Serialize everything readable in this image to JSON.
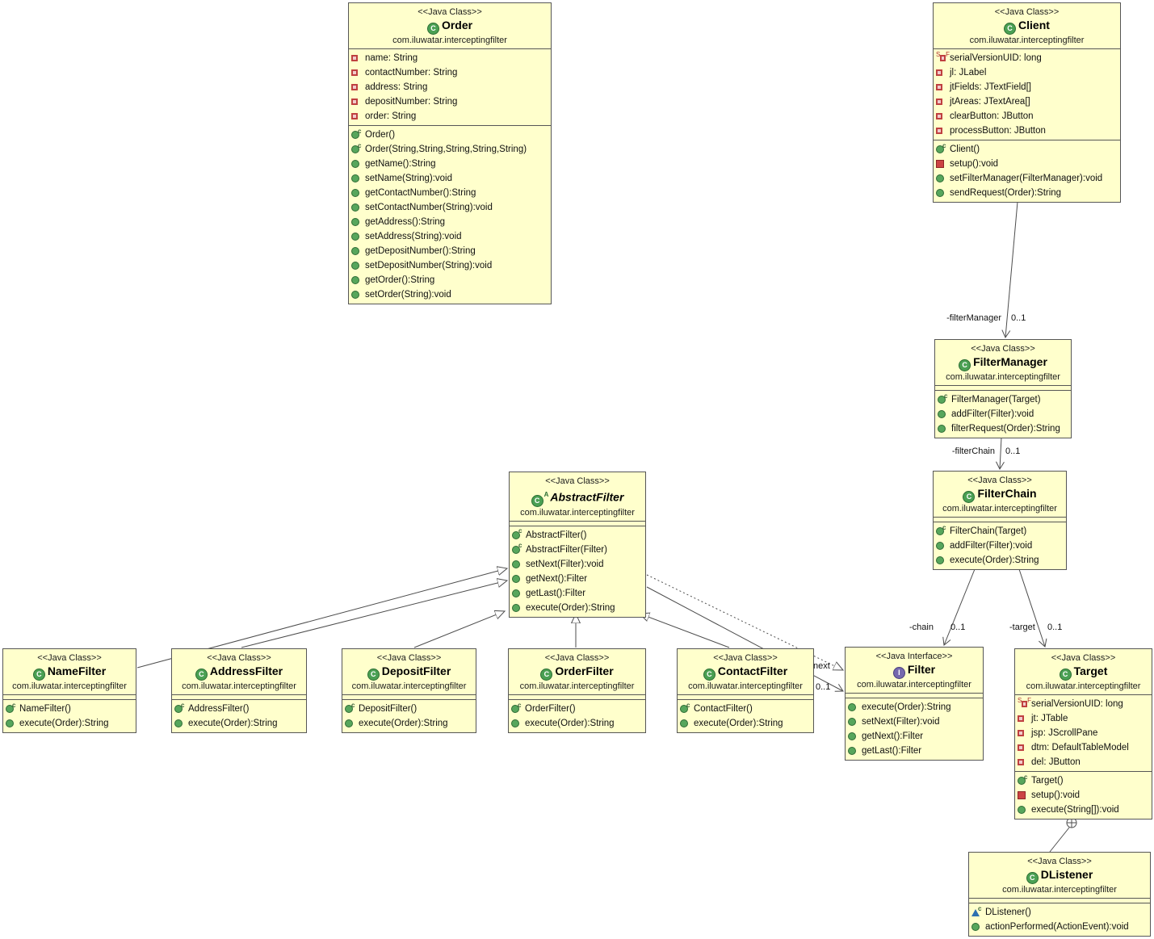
{
  "classes": [
    {
      "stereotype": "<<Java Class>>",
      "name": "Order",
      "package": "com.iluwatar.interceptingfilter",
      "icon_letter": "C",
      "icon_sup": "",
      "fields": [
        {
          "icon": "private-field",
          "text": "name: String"
        },
        {
          "icon": "private-field",
          "text": "contactNumber: String"
        },
        {
          "icon": "private-field",
          "text": "address: String"
        },
        {
          "icon": "private-field",
          "text": "depositNumber: String"
        },
        {
          "icon": "private-field",
          "text": "order: String"
        }
      ],
      "methods": [
        {
          "icon": "constructor",
          "text": "Order()"
        },
        {
          "icon": "constructor",
          "text": "Order(String,String,String,String,String)"
        },
        {
          "icon": "public-method",
          "text": "getName():String"
        },
        {
          "icon": "public-method",
          "text": "setName(String):void"
        },
        {
          "icon": "public-method",
          "text": "getContactNumber():String"
        },
        {
          "icon": "public-method",
          "text": "setContactNumber(String):void"
        },
        {
          "icon": "public-method",
          "text": "getAddress():String"
        },
        {
          "icon": "public-method",
          "text": "setAddress(String):void"
        },
        {
          "icon": "public-method",
          "text": "getDepositNumber():String"
        },
        {
          "icon": "public-method",
          "text": "setDepositNumber(String):void"
        },
        {
          "icon": "public-method",
          "text": "getOrder():String"
        },
        {
          "icon": "public-method",
          "text": "setOrder(String):void"
        }
      ]
    },
    {
      "stereotype": "<<Java Class>>",
      "name": "Client",
      "package": "com.iluwatar.interceptingfilter",
      "icon_letter": "C",
      "icon_sup": "",
      "fields": [
        {
          "icon": "static-final-private-field",
          "text": "serialVersionUID: long"
        },
        {
          "icon": "private-field",
          "text": "jl: JLabel"
        },
        {
          "icon": "private-field",
          "text": "jtFields: JTextField[]"
        },
        {
          "icon": "private-field",
          "text": "jtAreas: JTextArea[]"
        },
        {
          "icon": "private-field",
          "text": "clearButton: JButton"
        },
        {
          "icon": "private-field",
          "text": "processButton: JButton"
        }
      ],
      "methods": [
        {
          "icon": "constructor",
          "text": "Client()"
        },
        {
          "icon": "private-method",
          "text": "setup():void"
        },
        {
          "icon": "public-method",
          "text": "setFilterManager(FilterManager):void"
        },
        {
          "icon": "public-method",
          "text": "sendRequest(Order):String"
        }
      ]
    },
    {
      "stereotype": "<<Java Class>>",
      "name": "FilterManager",
      "package": "com.iluwatar.interceptingfilter",
      "icon_letter": "C",
      "icon_sup": "",
      "fields": [],
      "methods": [
        {
          "icon": "constructor",
          "text": "FilterManager(Target)"
        },
        {
          "icon": "public-method",
          "text": "addFilter(Filter):void"
        },
        {
          "icon": "public-method",
          "text": "filterRequest(Order):String"
        }
      ]
    },
    {
      "stereotype": "<<Java Class>>",
      "name": "FilterChain",
      "package": "com.iluwatar.interceptingfilter",
      "icon_letter": "C",
      "icon_sup": "",
      "fields": [],
      "methods": [
        {
          "icon": "constructor",
          "text": "FilterChain(Target)"
        },
        {
          "icon": "public-method",
          "text": "addFilter(Filter):void"
        },
        {
          "icon": "public-method",
          "text": "execute(Order):String"
        }
      ]
    },
    {
      "stereotype": "<<Java Class>>",
      "name": "AbstractFilter",
      "package": "com.iluwatar.interceptingfilter",
      "icon_letter": "C",
      "icon_sup": "A",
      "fields": [],
      "methods": [
        {
          "icon": "constructor",
          "text": "AbstractFilter()"
        },
        {
          "icon": "constructor",
          "text": "AbstractFilter(Filter)"
        },
        {
          "icon": "public-method",
          "text": "setNext(Filter):void"
        },
        {
          "icon": "public-method",
          "text": "getNext():Filter"
        },
        {
          "icon": "public-method",
          "text": "getLast():Filter"
        },
        {
          "icon": "public-method",
          "text": "execute(Order):String"
        }
      ]
    },
    {
      "stereotype": "<<Java Class>>",
      "name": "NameFilter",
      "package": "com.iluwatar.interceptingfilter",
      "icon_letter": "C",
      "icon_sup": "",
      "fields": [],
      "methods": [
        {
          "icon": "constructor",
          "text": "NameFilter()"
        },
        {
          "icon": "public-method",
          "text": "execute(Order):String"
        }
      ]
    },
    {
      "stereotype": "<<Java Class>>",
      "name": "AddressFilter",
      "package": "com.iluwatar.interceptingfilter",
      "icon_letter": "C",
      "icon_sup": "",
      "fields": [],
      "methods": [
        {
          "icon": "constructor",
          "text": "AddressFilter()"
        },
        {
          "icon": "public-method",
          "text": "execute(Order):String"
        }
      ]
    },
    {
      "stereotype": "<<Java Class>>",
      "name": "DepositFilter",
      "package": "com.iluwatar.interceptingfilter",
      "icon_letter": "C",
      "icon_sup": "",
      "fields": [],
      "methods": [
        {
          "icon": "constructor",
          "text": "DepositFilter()"
        },
        {
          "icon": "public-method",
          "text": "execute(Order):String"
        }
      ]
    },
    {
      "stereotype": "<<Java Class>>",
      "name": "OrderFilter",
      "package": "com.iluwatar.interceptingfilter",
      "icon_letter": "C",
      "icon_sup": "",
      "fields": [],
      "methods": [
        {
          "icon": "constructor",
          "text": "OrderFilter()"
        },
        {
          "icon": "public-method",
          "text": "execute(Order):String"
        }
      ]
    },
    {
      "stereotype": "<<Java Class>>",
      "name": "ContactFilter",
      "package": "com.iluwatar.interceptingfilter",
      "icon_letter": "C",
      "icon_sup": "",
      "fields": [],
      "methods": [
        {
          "icon": "constructor",
          "text": "ContactFilter()"
        },
        {
          "icon": "public-method",
          "text": "execute(Order):String"
        }
      ]
    },
    {
      "stereotype": "<<Java Interface>>",
      "name": "Filter",
      "package": "com.iluwatar.interceptingfilter",
      "icon_letter": "I",
      "icon_sup": "",
      "fields": [],
      "methods": [
        {
          "icon": "public-method",
          "text": "execute(Order):String"
        },
        {
          "icon": "public-method",
          "text": "setNext(Filter):void"
        },
        {
          "icon": "public-method",
          "text": "getNext():Filter"
        },
        {
          "icon": "public-method",
          "text": "getLast():Filter"
        }
      ]
    },
    {
      "stereotype": "<<Java Class>>",
      "name": "Target",
      "package": "com.iluwatar.interceptingfilter",
      "icon_letter": "C",
      "icon_sup": "",
      "fields": [
        {
          "icon": "static-final-private-field",
          "text": "serialVersionUID: long"
        },
        {
          "icon": "private-field",
          "text": "jt: JTable"
        },
        {
          "icon": "private-field",
          "text": "jsp: JScrollPane"
        },
        {
          "icon": "private-field",
          "text": "dtm: DefaultTableModel"
        },
        {
          "icon": "private-field",
          "text": "del: JButton"
        }
      ],
      "methods": [
        {
          "icon": "constructor",
          "text": "Target()"
        },
        {
          "icon": "private-method",
          "text": "setup():void"
        },
        {
          "icon": "public-method",
          "text": "execute(String[]):void"
        }
      ]
    },
    {
      "stereotype": "<<Java Class>>",
      "name": "DListener",
      "package": "com.iluwatar.interceptingfilter",
      "icon_letter": "C",
      "icon_sup": "",
      "fields": [],
      "methods": [
        {
          "icon": "package-constructor",
          "text": "DListener()"
        },
        {
          "icon": "public-method",
          "text": "actionPerformed(ActionEvent):void"
        }
      ]
    }
  ],
  "edge_labels": {
    "filter_manager": {
      "name": "-filterManager",
      "multiplicity": "0..1"
    },
    "filter_chain": {
      "name": "-filterChain",
      "multiplicity": "0..1"
    },
    "chain": {
      "name": "-chain",
      "multiplicity": "0..1"
    },
    "target": {
      "name": "-target",
      "multiplicity": "0..1"
    },
    "next": {
      "name": "next",
      "multiplicity": "0..1"
    }
  },
  "colors": {
    "box_fill": "#FFFFCC",
    "box_border": "#565656",
    "line": "#4d4d4d",
    "class_icon": "#4aa053",
    "interface_icon": "#7568ae",
    "private_red": "#bf4040",
    "public_green": "#57a65c"
  }
}
